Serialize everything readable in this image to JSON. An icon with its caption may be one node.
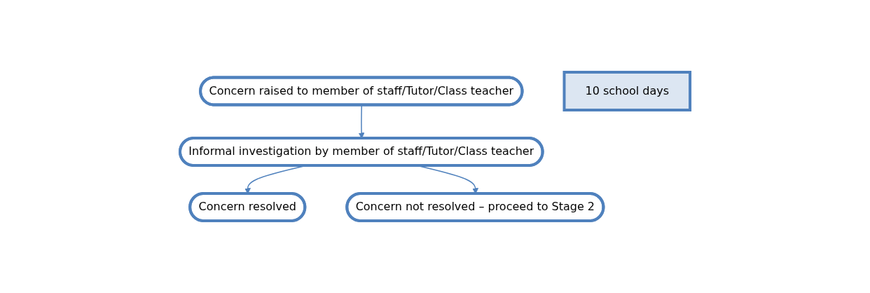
{
  "diagram": {
    "nodes": [
      {
        "text": [
          "Concern raised to member of staff/Tutor/Class teacher"
        ]
      },
      {
        "text": [
          "Informal investigation by member of staff/Tutor/Class teacher"
        ]
      },
      {
        "text": [
          "Concern resolved"
        ]
      },
      {
        "text": [
          "Concern not resolved – proceed to Stage 2"
        ]
      },
      {
        "text": [
          "10 school days"
        ]
      }
    ],
    "edges": [
      {
        "from": 0,
        "to": 1,
        "arrow": "to"
      },
      {
        "from": 1,
        "to": 2,
        "arrow": "to"
      },
      {
        "from": 1,
        "to": 3,
        "arrow": "to"
      }
    ]
  }
}
